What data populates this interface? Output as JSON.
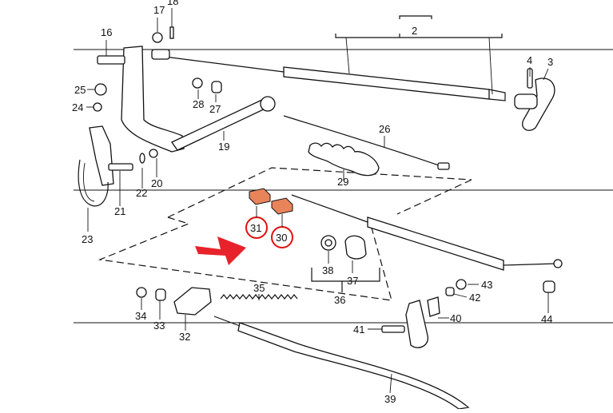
{
  "diagram": {
    "callouts": [
      {
        "id": "1",
        "label": "16"
      },
      {
        "id": "2",
        "label": "17"
      },
      {
        "id": "3",
        "label": "18"
      },
      {
        "id": "4",
        "label": "2"
      },
      {
        "id": "5",
        "label": "4"
      },
      {
        "id": "6",
        "label": "3"
      },
      {
        "id": "7",
        "label": "25"
      },
      {
        "id": "8",
        "label": "24"
      },
      {
        "id": "9",
        "label": "28"
      },
      {
        "id": "10",
        "label": "27"
      },
      {
        "id": "11",
        "label": "26"
      },
      {
        "id": "12",
        "label": "19"
      },
      {
        "id": "13",
        "label": "29"
      },
      {
        "id": "14",
        "label": "22"
      },
      {
        "id": "15",
        "label": "20"
      },
      {
        "id": "16",
        "label": "21"
      },
      {
        "id": "17",
        "label": "23"
      },
      {
        "id": "18",
        "label": "31"
      },
      {
        "id": "19",
        "label": "30"
      },
      {
        "id": "20",
        "label": "38"
      },
      {
        "id": "21",
        "label": "37"
      },
      {
        "id": "22",
        "label": "36"
      },
      {
        "id": "23",
        "label": "43"
      },
      {
        "id": "24",
        "label": "42"
      },
      {
        "id": "25",
        "label": "35"
      },
      {
        "id": "26",
        "label": "34"
      },
      {
        "id": "27",
        "label": "33"
      },
      {
        "id": "28",
        "label": "32"
      },
      {
        "id": "29",
        "label": "41"
      },
      {
        "id": "30",
        "label": "40"
      },
      {
        "id": "31",
        "label": "44"
      },
      {
        "id": "32",
        "label": "39"
      }
    ],
    "highlight_color": "#e8222a",
    "part_highlight_color": "#e9845a"
  }
}
